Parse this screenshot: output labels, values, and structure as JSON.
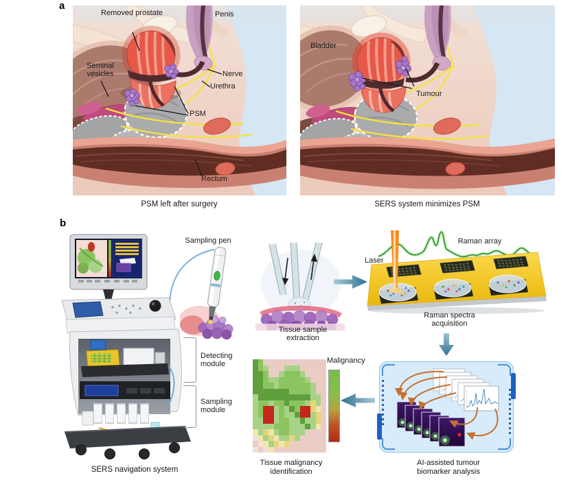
{
  "figure": {
    "panel_a": {
      "tag": "a",
      "left_panel": {
        "caption": "PSM left after surgery",
        "labels": {
          "removed_prostate": "Removed prostate",
          "penis": "Penis",
          "seminal_vesicles": "Seminal vesicles",
          "nerve": "Nerve",
          "urethra": "Urethra",
          "psm": "PSM",
          "rectum": "Rectum"
        }
      },
      "right_panel": {
        "caption": "SERS system minimizes PSM",
        "labels": {
          "bladder": "Bladder",
          "tumour": "Tumour"
        }
      }
    },
    "panel_b": {
      "tag": "b",
      "labels": {
        "sampling_pen": "Sampling pen",
        "tissue_sample_extraction": "Tissue sample extraction",
        "laser": "Laser",
        "raman_array": "Raman array",
        "raman_spectra_acquisition": "Raman spectra acquisition",
        "detecting_module": "Detecting module",
        "sampling_module": "Sampling module",
        "sers_navigation_system": "SERS navigation system",
        "malignancy": "Malignancy",
        "tissue_malignancy_identification": "Tissue malignancy identification",
        "ai_analysis": "AI-assisted tumour biomarker analysis"
      },
      "colors": {
        "arrow_teal": "#2e7596",
        "platform_gold": "#f2c118",
        "laser_orange": "#f57f17",
        "spectra_green": "#2e8b3a",
        "ai_box_fill": "#d7ebfa",
        "ai_box_border": "#8fc3e8",
        "ai_accent_blue": "#1f5fc4",
        "flow_arrow_orange": "#c4702f",
        "cable_blue": "#7ab4dc",
        "tumour_purple": "#a678c8",
        "psm_grey": "#a9abad",
        "nerve_yellow": "#f4e23c",
        "malignancy_top": "#79bd4d",
        "malignancy_bottom": "#b02c18"
      },
      "tissue_map": {
        "palette": {
          "D": "#5f9f3e",
          "G": "#8cc55f",
          "g": "#a8d287",
          "R": "#c4281c",
          "Y": "#e7d678",
          "y": "#f0e7ae",
          "P": "#e9cdc5",
          "p": "#f1e1da"
        },
        "rows": [
          "DGPPPPPPPPPPPP",
          "DGgPPPgggPPPPP",
          "DDGPPgGGGgPPPP",
          "DDGggGGGGGgPPP",
          "DDGGgGGGGGGgPP",
          "DDDDDDDGGGGgPP",
          "gDDDDDDDDDDggP",
          "gGGgGGDGGGgYgP",
          "gGRRgGgDGRRYyP",
          "gGRRgGggDRRgYP",
          "ggRRgGGggDggYP",
          "ggggGGGgggDgyP",
          "ygYygGGgggPPPP",
          "pygYyggYgPPPPP",
          "PpygYyYPPPPPPP",
          "pPpyPPPPPPPPPP"
        ]
      }
    }
  }
}
